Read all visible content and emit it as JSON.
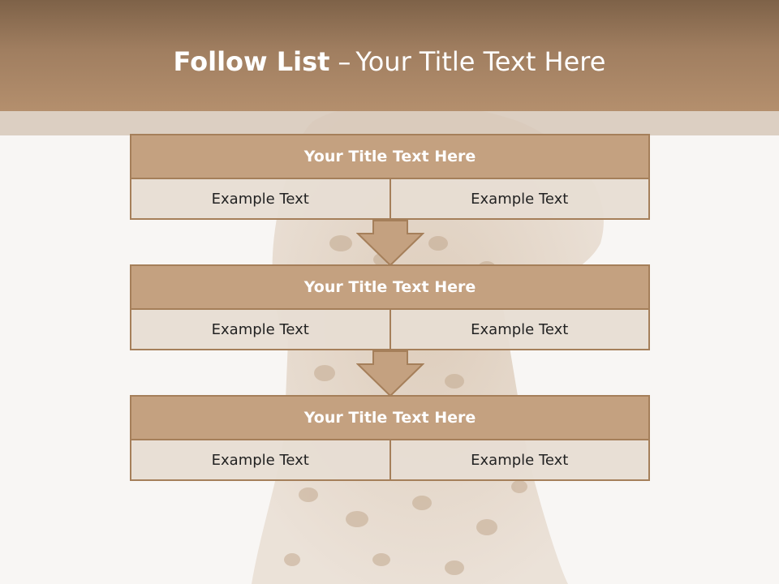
{
  "slide": {
    "title_bold": "Follow List",
    "title_separator": "–",
    "title_rest": "Your Title Text Here"
  },
  "blocks": [
    {
      "title": "Your Title Text Here",
      "cells": [
        "Example Text",
        "Example Text"
      ]
    },
    {
      "title": "Your Title Text Here",
      "cells": [
        "Example Text",
        "Example Text"
      ]
    },
    {
      "title": "Your Title Text Here",
      "cells": [
        "Example Text",
        "Example Text"
      ]
    }
  ],
  "colors": {
    "header_top": "#7e6248",
    "header_bottom": "#b48f6d",
    "block_title_fill": "#c4a180",
    "block_border": "#a57f5a",
    "cell_fill": "#e7ddd3"
  }
}
